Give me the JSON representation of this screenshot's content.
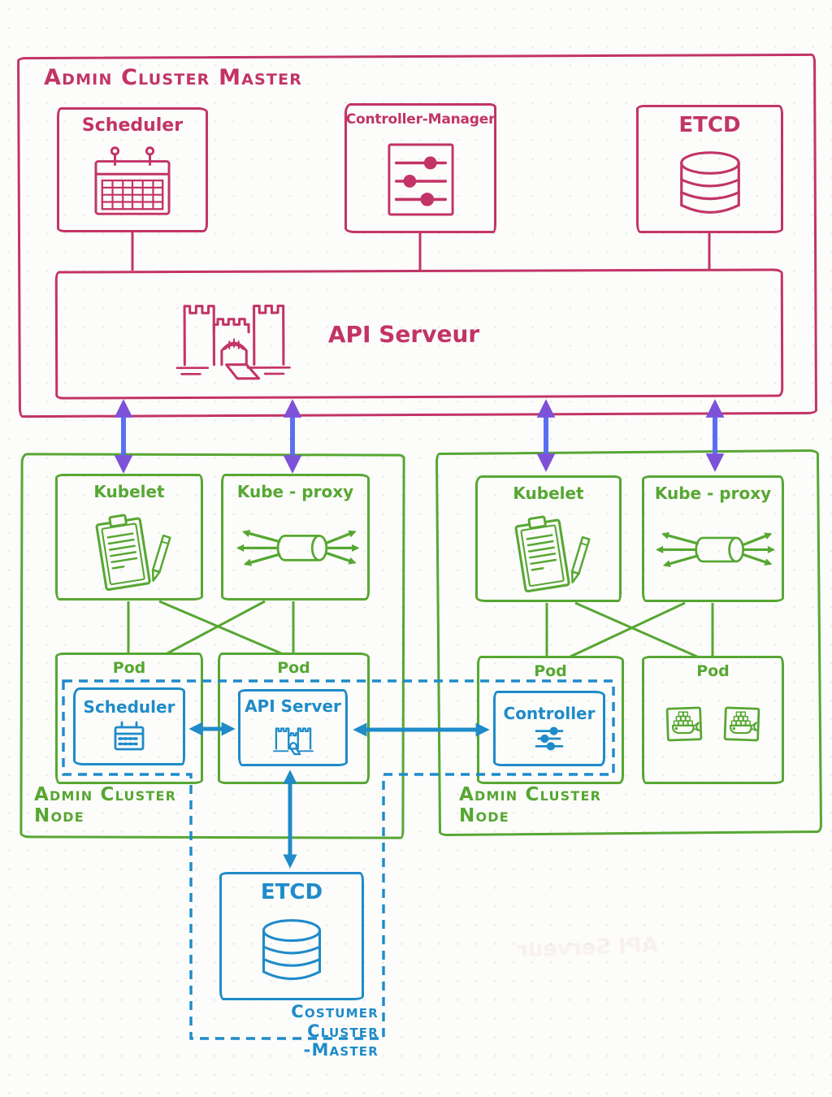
{
  "colors": {
    "pink": "#c23467",
    "green": "#57a733",
    "blue": "#1f8bc9",
    "shaft": "#5a6ff0",
    "head": "#7d52d8",
    "paper": "#fcfcfa"
  },
  "master": {
    "title": "Admin Cluster Master",
    "scheduler": {
      "label": "Scheduler",
      "icon": "calendar-icon"
    },
    "controller_manager": {
      "label": "Controller-Manager",
      "icon": "sliders-icon"
    },
    "etcd": {
      "label": "ETCD",
      "icon": "database-icon"
    },
    "api_server": {
      "label": "API Serveur",
      "icon": "castle-icon"
    }
  },
  "node_left": {
    "title_line1": "Admin Cluster",
    "title_line2": "Node",
    "kubelet": {
      "label": "Kubelet",
      "icon": "clipboard-pencil-icon"
    },
    "kube_proxy": {
      "label": "Kube - proxy",
      "icon": "proxy-fanout-icon"
    },
    "pod1": {
      "label": "Pod",
      "component": {
        "label": "Scheduler",
        "icon": "calendar-icon"
      }
    },
    "pod2": {
      "label": "Pod",
      "component": {
        "label": "API Server",
        "icon": "castle-icon"
      }
    }
  },
  "node_right": {
    "title_line1": "Admin Cluster",
    "title_line2": "Node",
    "kubelet": {
      "label": "Kubelet",
      "icon": "clipboard-pencil-icon"
    },
    "kube_proxy": {
      "label": "Kube - proxy",
      "icon": "proxy-fanout-icon"
    },
    "pod1": {
      "label": "Pod",
      "component": {
        "label": "Controller",
        "icon": "sliders-icon"
      }
    },
    "pod2": {
      "label": "Pod",
      "containers": [
        "docker-whale-icon",
        "docker-whale-icon"
      ]
    }
  },
  "customer_master": {
    "title_line1": "Costumer Cluster",
    "title_line2": "-Master",
    "etcd": {
      "label": "ETCD",
      "icon": "database-icon"
    }
  },
  "artifacts": {
    "bleedthrough_text": "API Serveur"
  }
}
